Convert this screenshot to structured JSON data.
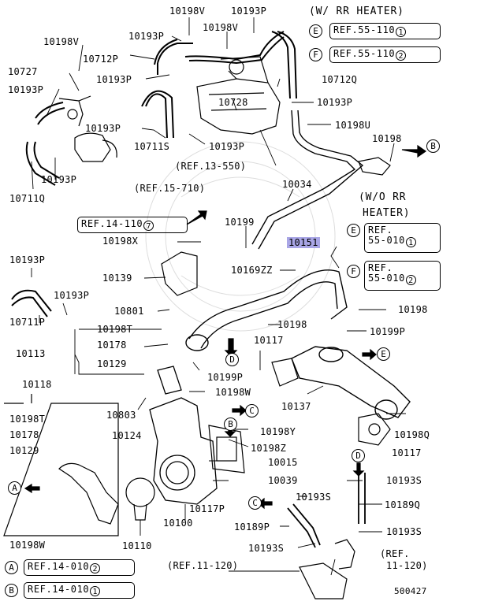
{
  "diagram_id": "500427",
  "headers": {
    "with_rr_heater": "(W/ RR HEATER)",
    "without_rr_heater_1": "(W/O RR",
    "without_rr_heater_2": "HEATER)"
  },
  "callout_refs": {
    "E_top": {
      "letter": "E",
      "text": "REF.55-110",
      "num": "1"
    },
    "F_top": {
      "letter": "F",
      "text": "REF.55-110",
      "num": "2"
    },
    "E_mid": {
      "letter": "E",
      "text1": "REF.",
      "text2": "55-010",
      "num": "1"
    },
    "F_mid": {
      "letter": "F",
      "text1": "REF.",
      "text2": "55-010",
      "num": "2"
    },
    "A_bottom": {
      "letter": "A",
      "text": "REF.14-010",
      "num": "2"
    },
    "B_bottom": {
      "letter": "B",
      "text": "REF.14-010",
      "num": "1"
    }
  },
  "plain_refs": {
    "ref_13_550": "(REF.13-550)",
    "ref_15_710": "(REF.15-710)",
    "ref_14_110": "REF.14-110",
    "ref_14_110_num": "7",
    "ref_11_120_a": "(REF.11-120)",
    "ref_11_120_b1": "(REF.",
    "ref_11_120_b2": "11-120)"
  },
  "part_labels": [
    "10198V",
    "10193P",
    "10193P",
    "10198V",
    "10198V",
    "10712P",
    "10727",
    "10193P",
    "10193P",
    "10728",
    "10712Q",
    "10193P",
    "10193P",
    "10711S",
    "10193P",
    "10198U",
    "10198",
    "10193P",
    "10711Q",
    "10034",
    "10199",
    "10198X",
    "10151",
    "10169ZZ",
    "10139",
    "10193P",
    "10193P",
    "10801",
    "10198",
    "10711P",
    "10198T",
    "10198",
    "10199P",
    "10117",
    "10113",
    "10178",
    "10129",
    "10199P",
    "10198W",
    "10118",
    "10803",
    "10137",
    "10198T",
    "10178",
    "10129",
    "10124",
    "10198Y",
    "10198Q",
    "10198Z",
    "10015",
    "10117",
    "10039",
    "10193S",
    "10117P",
    "10189Q",
    "10189P",
    "10193S",
    "10100",
    "10110",
    "10193S",
    "10198W"
  ],
  "highlighted_part": "10151",
  "callout_letters": [
    "A",
    "B",
    "C",
    "C",
    "D",
    "D",
    "E",
    "F",
    "E",
    "F",
    "A",
    "B"
  ]
}
